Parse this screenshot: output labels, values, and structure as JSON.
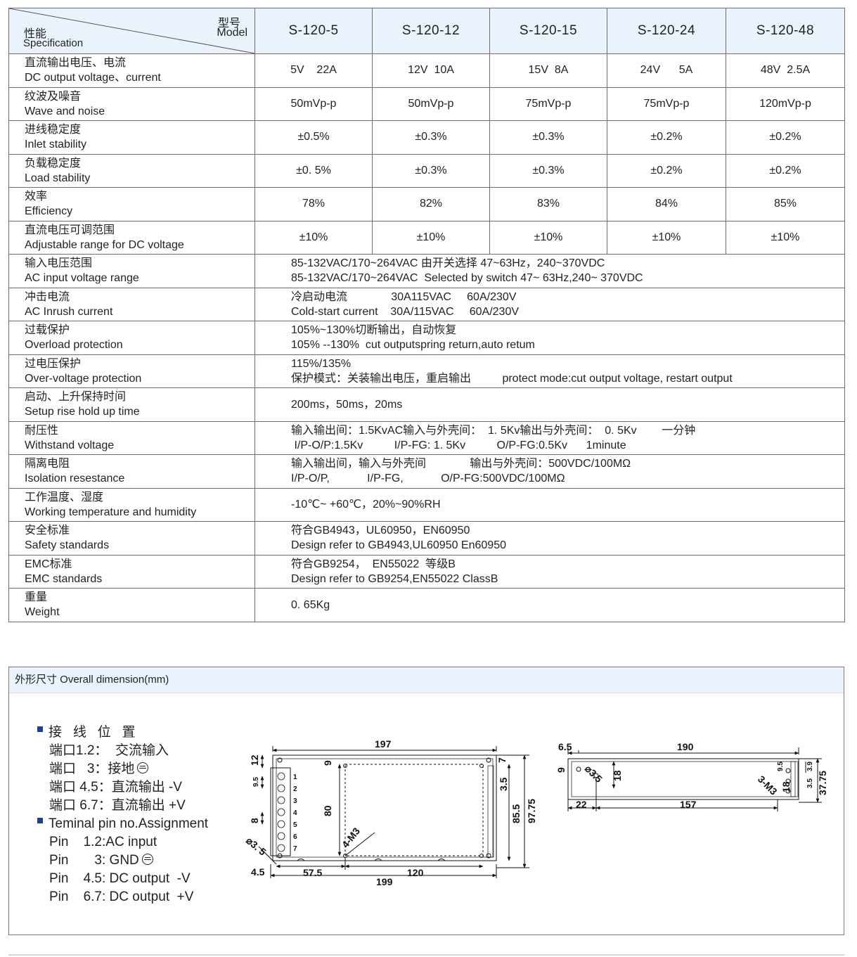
{
  "header": {
    "performance_cn": "性能",
    "specification_en": "Specification",
    "model_cn": "型号",
    "model_en": "Model",
    "models": [
      "S-120-5",
      "S-120-12",
      "S-120-15",
      "S-120-24",
      "S-120-48"
    ]
  },
  "rows": [
    {
      "cn": "直流输出电压、电流",
      "en": "DC output voltage、current",
      "values": [
        "5V    22A",
        "12V  10A",
        "15V  8A",
        "24V      5A",
        "48V  2.5A"
      ]
    },
    {
      "cn": "纹波及噪音",
      "en": "Wave and noise",
      "values": [
        "50mVp-p",
        "50mVp-p",
        "75mVp-p",
        "75mVp-p",
        "120mVp-p"
      ]
    },
    {
      "cn": "进线稳定度",
      "en": "Inlet stability",
      "values": [
        "±0.5%",
        "±0.3%",
        "±0.3%",
        "±0.2%",
        "±0.2%"
      ]
    },
    {
      "cn": "负载稳定度",
      "en": "Load stability",
      "values": [
        "±0. 5%",
        "±0.3%",
        "±0.3%",
        "±0.2%",
        "±0.2%"
      ]
    },
    {
      "cn": "效率",
      "en": "Efficiency",
      "values": [
        "78%",
        "82%",
        "83%",
        "84%",
        "85%"
      ]
    },
    {
      "cn": "直流电压可调范围",
      "en": "Adjustable range for DC voltage",
      "values": [
        "±10%",
        "±10%",
        "±10%",
        "±10%",
        "±10%"
      ]
    },
    {
      "cn": "输入电压范围",
      "en": "AC input voltage range",
      "lines": [
        "85-132VAC/170~264VAC 由开关选择 47~63Hz，240~370VDC",
        "85-132VAC/170~264VAC  Selected by switch 47~ 63Hz,240~ 370VDC"
      ]
    },
    {
      "cn": "冲击电流",
      "en": "AC  Inrush  current",
      "lines": [
        "冷启动电流              30A115VAC     60A/230V",
        "Cold-start current    30A/115VAC     60A/230V"
      ]
    },
    {
      "cn": "过载保护",
      "en": "Overload protection",
      "lines": [
        "105%~130%切断输出，自动恢复",
        "105% --130%  cut outputspring return,auto retum"
      ]
    },
    {
      "cn": "过电压保护",
      "en": "Over-voltage protection",
      "lines": [
        "115%/135%",
        "保护模式：关装输出电压，重启输出          protect mode:cut output voltage, restart output"
      ]
    },
    {
      "cn": "启动、上升保持时间",
      "en": "Setup rise hold up time",
      "lines": [
        "200ms，50ms，20ms"
      ]
    },
    {
      "cn": "耐压性",
      "en": "Withstand voltage",
      "lines": [
        "输入输出间：1.5KvAC输入与外壳间：  1. 5Kv输出与外壳间：  0. 5Kv        一分钟",
        " I/P-O/P:1.5Kv          I/P-FG: 1. 5Kv          O/P-FG:0.5Kv      1minute"
      ]
    },
    {
      "cn": "隔离电阻",
      "en": "Isolation resestance",
      "lines": [
        "输入输出间，输入与外壳间              输出与外壳间：500VDC/100MΩ",
        "I/P-O/P,            I/P-FG,            O/P-FG:500VDC/100MΩ"
      ]
    },
    {
      "cn": "工作温度、湿度",
      "en": "Working temperature and humidity",
      "lines": [
        "-10℃~ +60℃，20%~90%RH"
      ]
    },
    {
      "cn": "安全标准",
      "en": "Safety standards",
      "lines": [
        "符合GB4943，UL60950，EN60950",
        "Design refer to GB4943,UL60950 En60950"
      ]
    },
    {
      "cn": "EMC标准",
      "en": "EMC standards",
      "lines": [
        "符合GB9254，  EN55022  等级B",
        "Design refer to GB9254,EN55022 ClassB"
      ]
    },
    {
      "cn": "重量",
      "en": "Weight",
      "lines": [
        "0. 65Kg"
      ]
    }
  ],
  "dimension": {
    "title": "外形尺寸  Overall dimension(mm)",
    "pin_cn_head": "接   线   位   置",
    "pin_cn": [
      "端口1.2：  交流输入",
      "端口   3：接地",
      "端口 4.5：直流输出 -V",
      "端口 6.7：直流输出 +V"
    ],
    "pin_en_head": "Teminal pin no.Assignment",
    "pin_en": [
      "Pin    1.2:AC input",
      "Pin       3: GND",
      "Pin    4.5: DC output  -V",
      "Pin    6.7: DC output  +V"
    ],
    "front_labels": {
      "d197": "197",
      "d199": "199",
      "d120": "120",
      "d575": "57.5",
      "d45": "4.5",
      "d80": "80",
      "d855": "85.5",
      "d9775": "97.75",
      "d35": "3.5",
      "d9": "9",
      "d12": "12",
      "d95": "9.5",
      "d8": "8",
      "d7": "7",
      "phi35": "⌀3. 5",
      "m3": "4-M3",
      "pins": [
        "1",
        "2",
        "3",
        "4",
        "5",
        "6",
        "7"
      ]
    },
    "side_labels": {
      "d65": "6.5",
      "d190": "190",
      "d9": "9",
      "d18": "18",
      "d22": "22",
      "d157": "157",
      "phi35": "⌀3.5",
      "d95": "9.5",
      "d3m3": "3-M3",
      "d18r": "18",
      "d39": "3.9",
      "d35": "3.5",
      "d3775": "37.75"
    },
    "accent": "#1f3f8f"
  }
}
